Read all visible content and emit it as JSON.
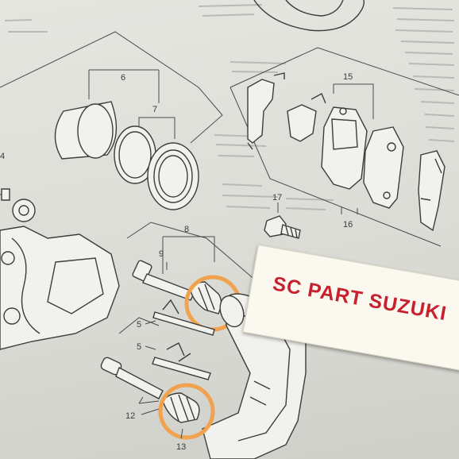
{
  "callouts": {
    "c4": "4",
    "c5a": "5",
    "c5b": "5",
    "c6": "6",
    "c7": "7",
    "c8": "8",
    "c9": "9",
    "c12": "12",
    "c13": "13",
    "c15": "15",
    "c16": "16",
    "c17": "17"
  },
  "sticker": {
    "text": "SC PART SUZUKI"
  },
  "colors": {
    "highlight": "#f0a24e",
    "sticker_text": "#c7202f"
  }
}
